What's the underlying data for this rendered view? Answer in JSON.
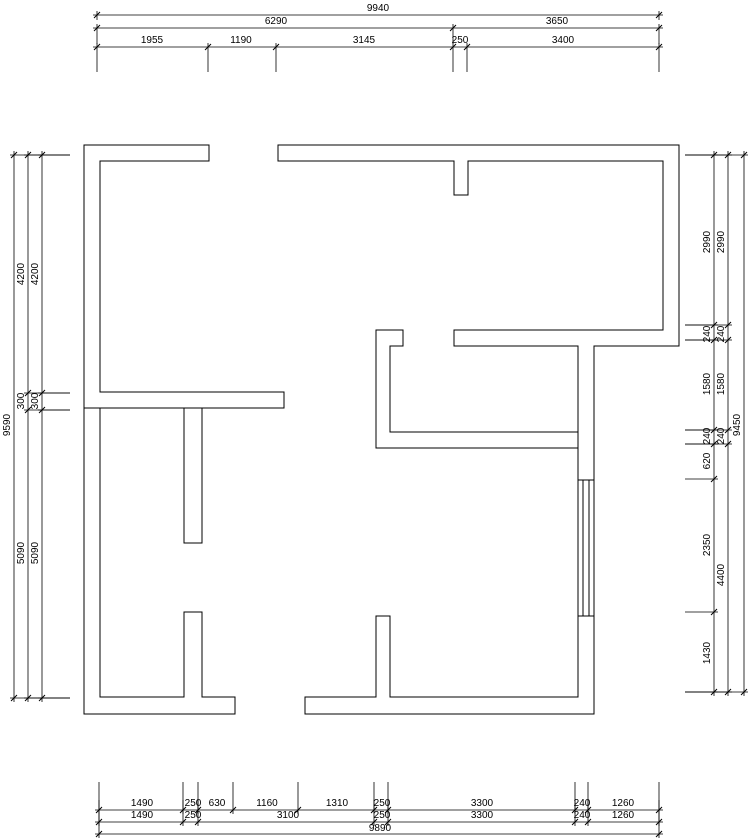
{
  "dimensions": {
    "top_total": "9940",
    "top_mid": [
      "6290",
      "3650"
    ],
    "top_low": [
      "1955",
      "1190",
      "3145",
      "250",
      "3400"
    ],
    "left_outer": "9590",
    "left_a": [
      "4200",
      "300",
      "5090"
    ],
    "left_b": [
      "4200",
      "300",
      "5090"
    ],
    "right_a": [
      "2990",
      "240",
      "1580",
      "240",
      "620",
      "2350",
      "1430"
    ],
    "right_b": [
      "2990",
      "240",
      "1580",
      "240",
      "4400"
    ],
    "right_outer": "9450",
    "bottom_1": [
      "1490",
      "250",
      "630",
      "1160",
      "1310",
      "250",
      "3300",
      "240",
      "1260"
    ],
    "bottom_2": [
      "1490",
      "250",
      "3100",
      "250",
      "3300",
      "240",
      "1260"
    ],
    "bottom_total": "9890"
  }
}
